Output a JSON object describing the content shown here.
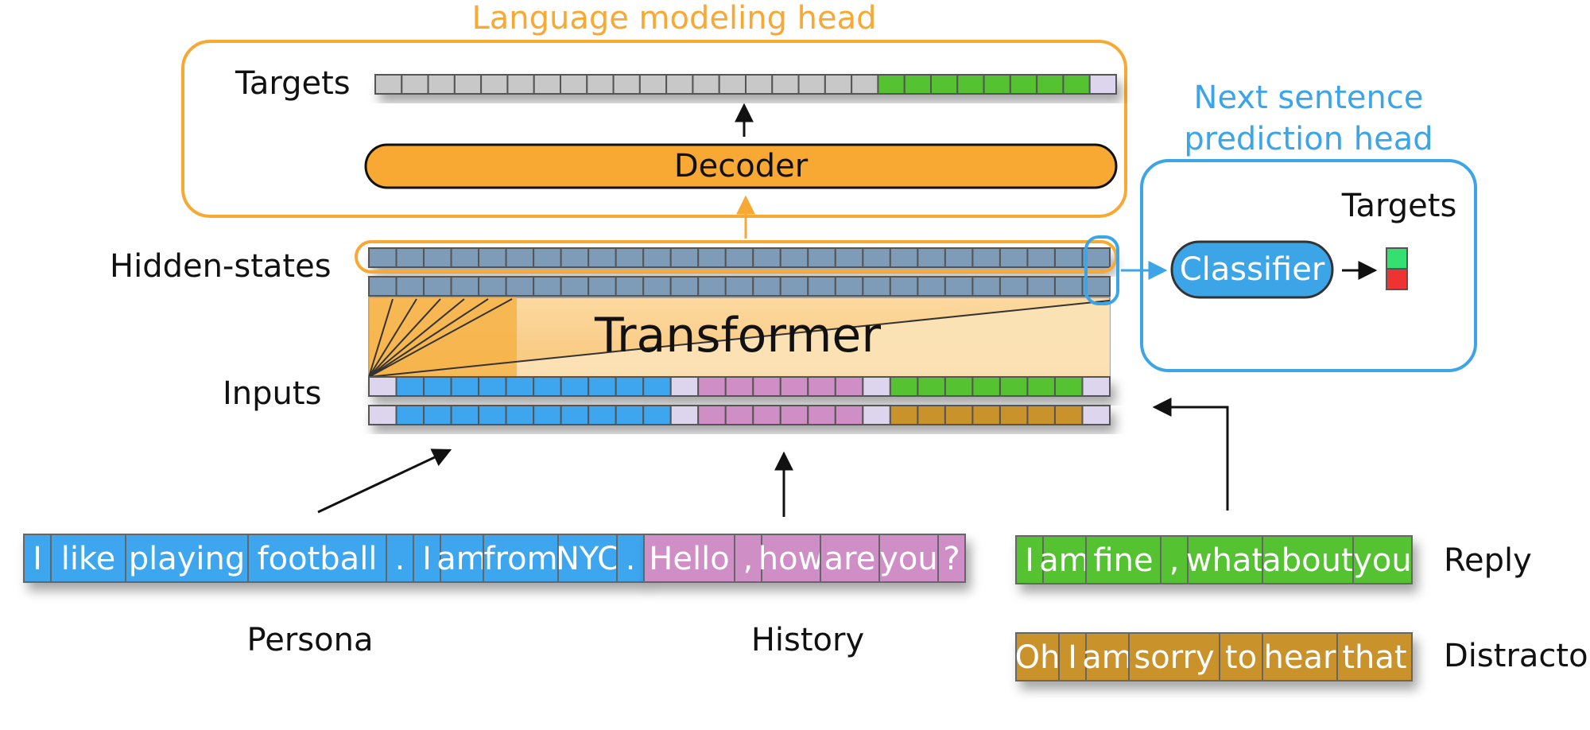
{
  "title": "Language modeling head",
  "nsp_title_line1": "Next sentence",
  "nsp_title_line2": "prediction head",
  "labels": {
    "targets": "Targets",
    "nsp_targets": "Targets",
    "decoder": "Decoder",
    "hidden_states": "Hidden-states",
    "transformer": "Transformer",
    "inputs": "Inputs",
    "classifier": "Classifier",
    "persona": "Persona",
    "history": "History",
    "reply": "Reply",
    "distractor": "Distractor"
  },
  "colors": {
    "lm_head": "#f7a934",
    "nsp_head": "#3ba5e8",
    "persona": "#3da6ee",
    "history": "#cf8ec6",
    "reply": "#54c233",
    "distractor": "#c99229",
    "special": "#ddd4ee",
    "masked": "#c8c8c8",
    "hidden": "#7e9bb7",
    "target_true": "#33e070",
    "target_false": "#ee3333"
  },
  "persona_tokens": [
    "I",
    "like",
    "playing",
    "football",
    ".",
    "I",
    "am",
    "from",
    "NYC",
    "."
  ],
  "history_tokens": [
    "Hello",
    ",",
    "how",
    "are",
    "you",
    "?"
  ],
  "reply_tokens": [
    "I",
    "am",
    "fine",
    ",",
    "what",
    "about",
    "you"
  ],
  "distractor_tokens": [
    "Oh",
    "I",
    "am",
    "sorry",
    "to",
    "hear",
    "that"
  ]
}
